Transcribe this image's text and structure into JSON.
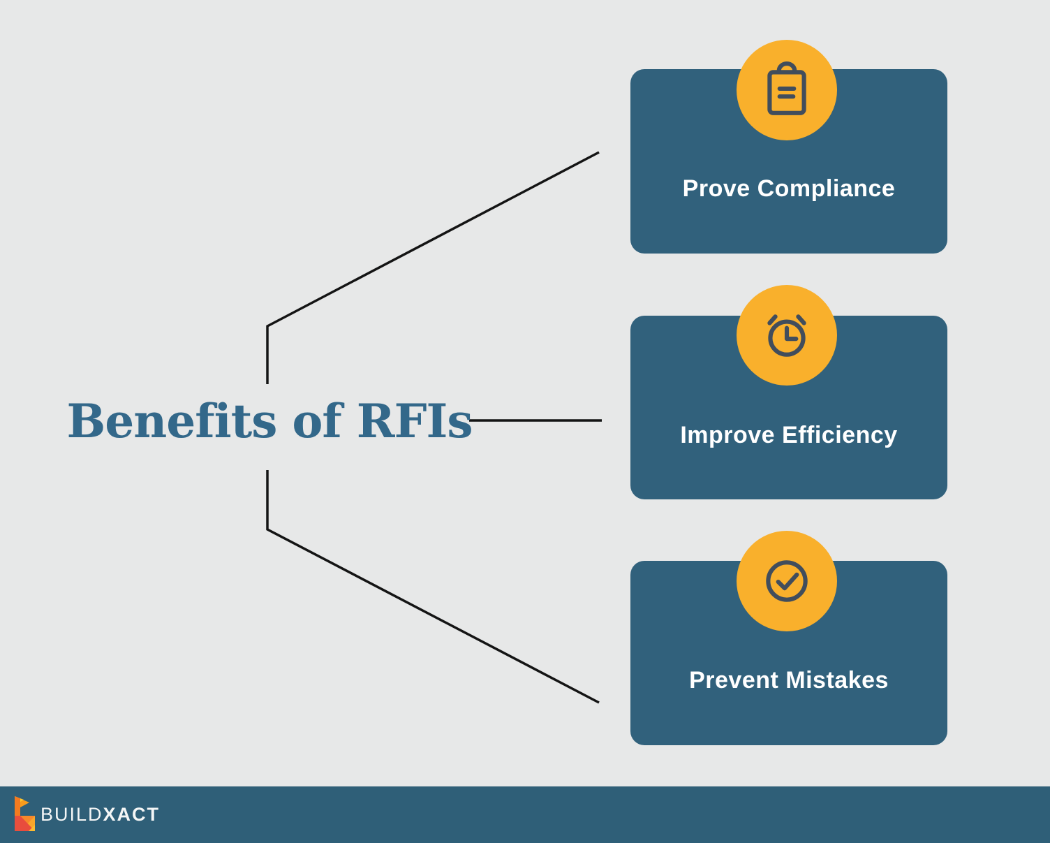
{
  "page": {
    "title": "Benefits of RFIs",
    "background_color": "#E7E8E8",
    "title_color": "#33688A"
  },
  "benefits": [
    {
      "label": "Prove Compliance",
      "icon": "clipboard-icon"
    },
    {
      "label": "Improve Efficiency",
      "icon": "alarm-clock-icon"
    },
    {
      "label": "Prevent Mistakes",
      "icon": "check-circle-icon"
    }
  ],
  "style": {
    "card_color": "#31617C",
    "badge_color": "#F9B02C",
    "icon_stroke_color": "#414D5C",
    "connector_color": "#141414",
    "card_label_color": "#FFFFFF"
  },
  "footer": {
    "background_color": "#2F5F78",
    "logo": "buildxact-logo",
    "brand_first": "BUILD",
    "brand_second": "XACT"
  }
}
